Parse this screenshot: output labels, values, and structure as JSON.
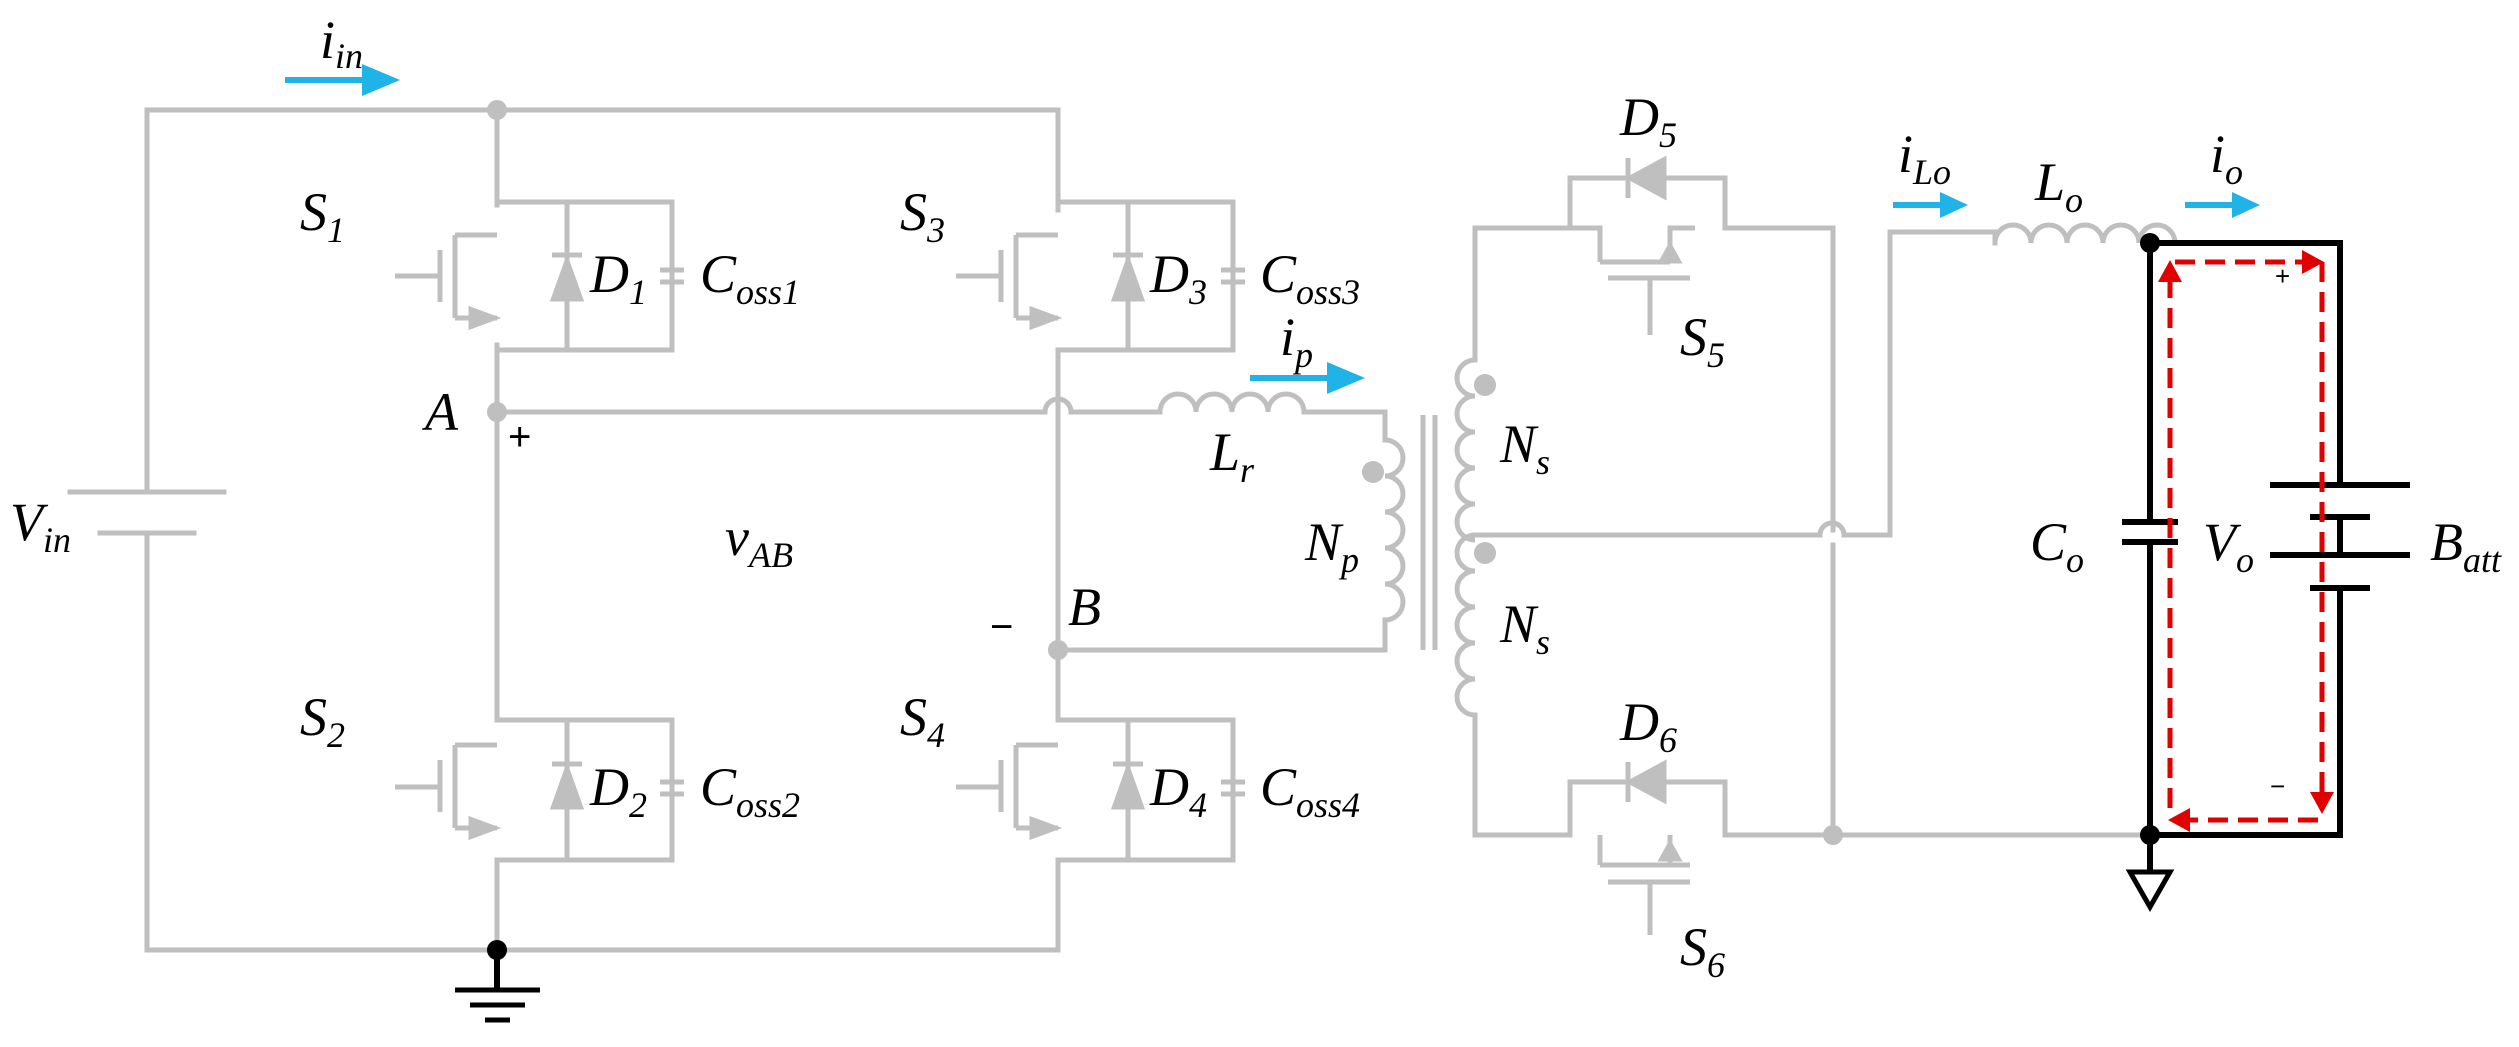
{
  "diagram": {
    "labels": {
      "i_in": {
        "main": "i",
        "sub": "in"
      },
      "V_in": {
        "main": "V",
        "sub": "in"
      },
      "S1": {
        "main": "S",
        "sub": "1"
      },
      "S2": {
        "main": "S",
        "sub": "2"
      },
      "S3": {
        "main": "S",
        "sub": "3"
      },
      "S4": {
        "main": "S",
        "sub": "4"
      },
      "S5": {
        "main": "S",
        "sub": "5"
      },
      "S6": {
        "main": "S",
        "sub": "6"
      },
      "D1": {
        "main": "D",
        "sub": "1"
      },
      "D2": {
        "main": "D",
        "sub": "2"
      },
      "D3": {
        "main": "D",
        "sub": "3"
      },
      "D4": {
        "main": "D",
        "sub": "4"
      },
      "D5": {
        "main": "D",
        "sub": "5"
      },
      "D6": {
        "main": "D",
        "sub": "6"
      },
      "Coss1": {
        "main": "C",
        "sub": "oss1"
      },
      "Coss2": {
        "main": "C",
        "sub": "oss2"
      },
      "Coss3": {
        "main": "C",
        "sub": "oss3"
      },
      "Coss4": {
        "main": "C",
        "sub": "oss4"
      },
      "A": {
        "main": "A"
      },
      "B": {
        "main": "B"
      },
      "vAB": {
        "main": "v",
        "sub": "AB"
      },
      "ip": {
        "main": "i",
        "sub": "p"
      },
      "Lr": {
        "main": "L",
        "sub": "r"
      },
      "Np": {
        "main": "N",
        "sub": "p"
      },
      "Ns_top": {
        "main": "N",
        "sub": "s"
      },
      "Ns_bottom": {
        "main": "N",
        "sub": "s"
      },
      "iLo": {
        "main": "i",
        "sub": "Lo"
      },
      "Lo": {
        "main": "L",
        "sub": "o"
      },
      "io": {
        "main": "i",
        "sub": "o"
      },
      "Co": {
        "main": "C",
        "sub": "o"
      },
      "Vo": {
        "main": "V",
        "sub": "o"
      },
      "Batt": {
        "main": "B",
        "sub": "att"
      }
    },
    "signs": {
      "A_plus": "+",
      "B_minus": "−",
      "batt_plus": "+",
      "batt_minus": "−"
    },
    "colors": {
      "wire": "#bfbfbf",
      "output_wire": "#000000",
      "current_arrow": "#1fb3e8",
      "loop": "#e00000"
    }
  }
}
